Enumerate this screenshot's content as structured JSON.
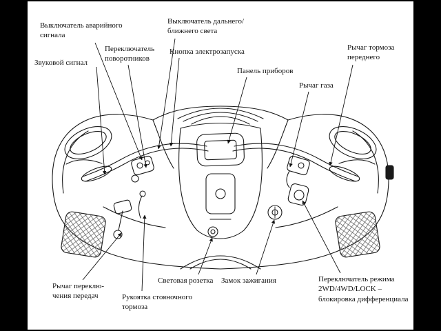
{
  "figure": {
    "language": "ru"
  },
  "colors": {
    "background": "#ffffff",
    "letterbox": "#000000",
    "line_art": "#1a1a1a"
  },
  "callouts": {
    "emergency_switch": {
      "text": "Выключатель аварийного\nсигнала"
    },
    "horn": {
      "text": "Звуковой сигнал"
    },
    "turn_signal_switch": {
      "text": "Переключатель\nповоротников"
    },
    "beam_switch": {
      "text": "Выключатель дальнего/\nближнего света"
    },
    "electric_start_button": {
      "text": "Кнопка электрозапуска"
    },
    "instrument_panel": {
      "text": "Панель приборов"
    },
    "throttle_lever": {
      "text": "Рычаг газа"
    },
    "front_brake_lever": {
      "text": "Рычаг тормоза\nпереднего"
    },
    "gear_shift_lever": {
      "text": "Рычаг переклю-\nчения передач"
    },
    "parking_brake_handle": {
      "text": "Рукоятка стояночного\nтормоза"
    },
    "light_socket": {
      "text": "Световая розетка"
    },
    "ignition_lock": {
      "text": "Замок зажигания"
    },
    "drive_mode_switch": {
      "text": "Переключатель режима\n2WD/4WD/LOCK –\nблокировка дифференциала"
    }
  }
}
